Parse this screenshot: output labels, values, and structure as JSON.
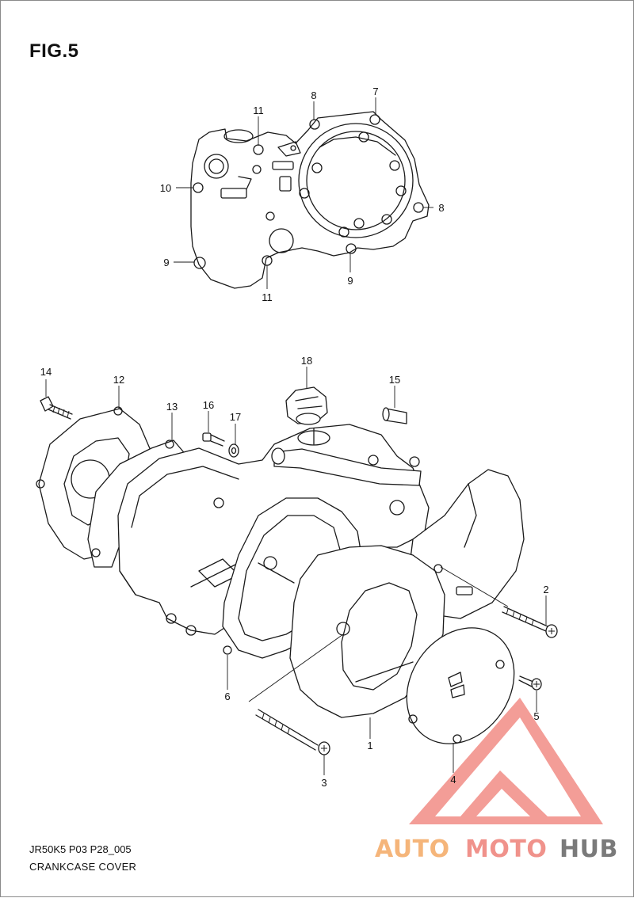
{
  "figure": {
    "title": "FIG.5"
  },
  "footer": {
    "code": "JR50K5 P03 P28_005",
    "name": "CRANKCASE COVER"
  },
  "callouts": [
    "1",
    "2",
    "3",
    "4",
    "5",
    "6",
    "7",
    "8",
    "8",
    "9",
    "9",
    "10",
    "11",
    "11",
    "12",
    "13",
    "14",
    "15",
    "16",
    "17",
    "18"
  ],
  "watermark": {
    "part1": "AUTO",
    "part2": "MOTO",
    "part3": "HUB",
    "colors": {
      "auto": "#f5b57a",
      "moto": "#f0928b",
      "hub": "#7a7a7a",
      "logo": "#f28c86"
    }
  }
}
